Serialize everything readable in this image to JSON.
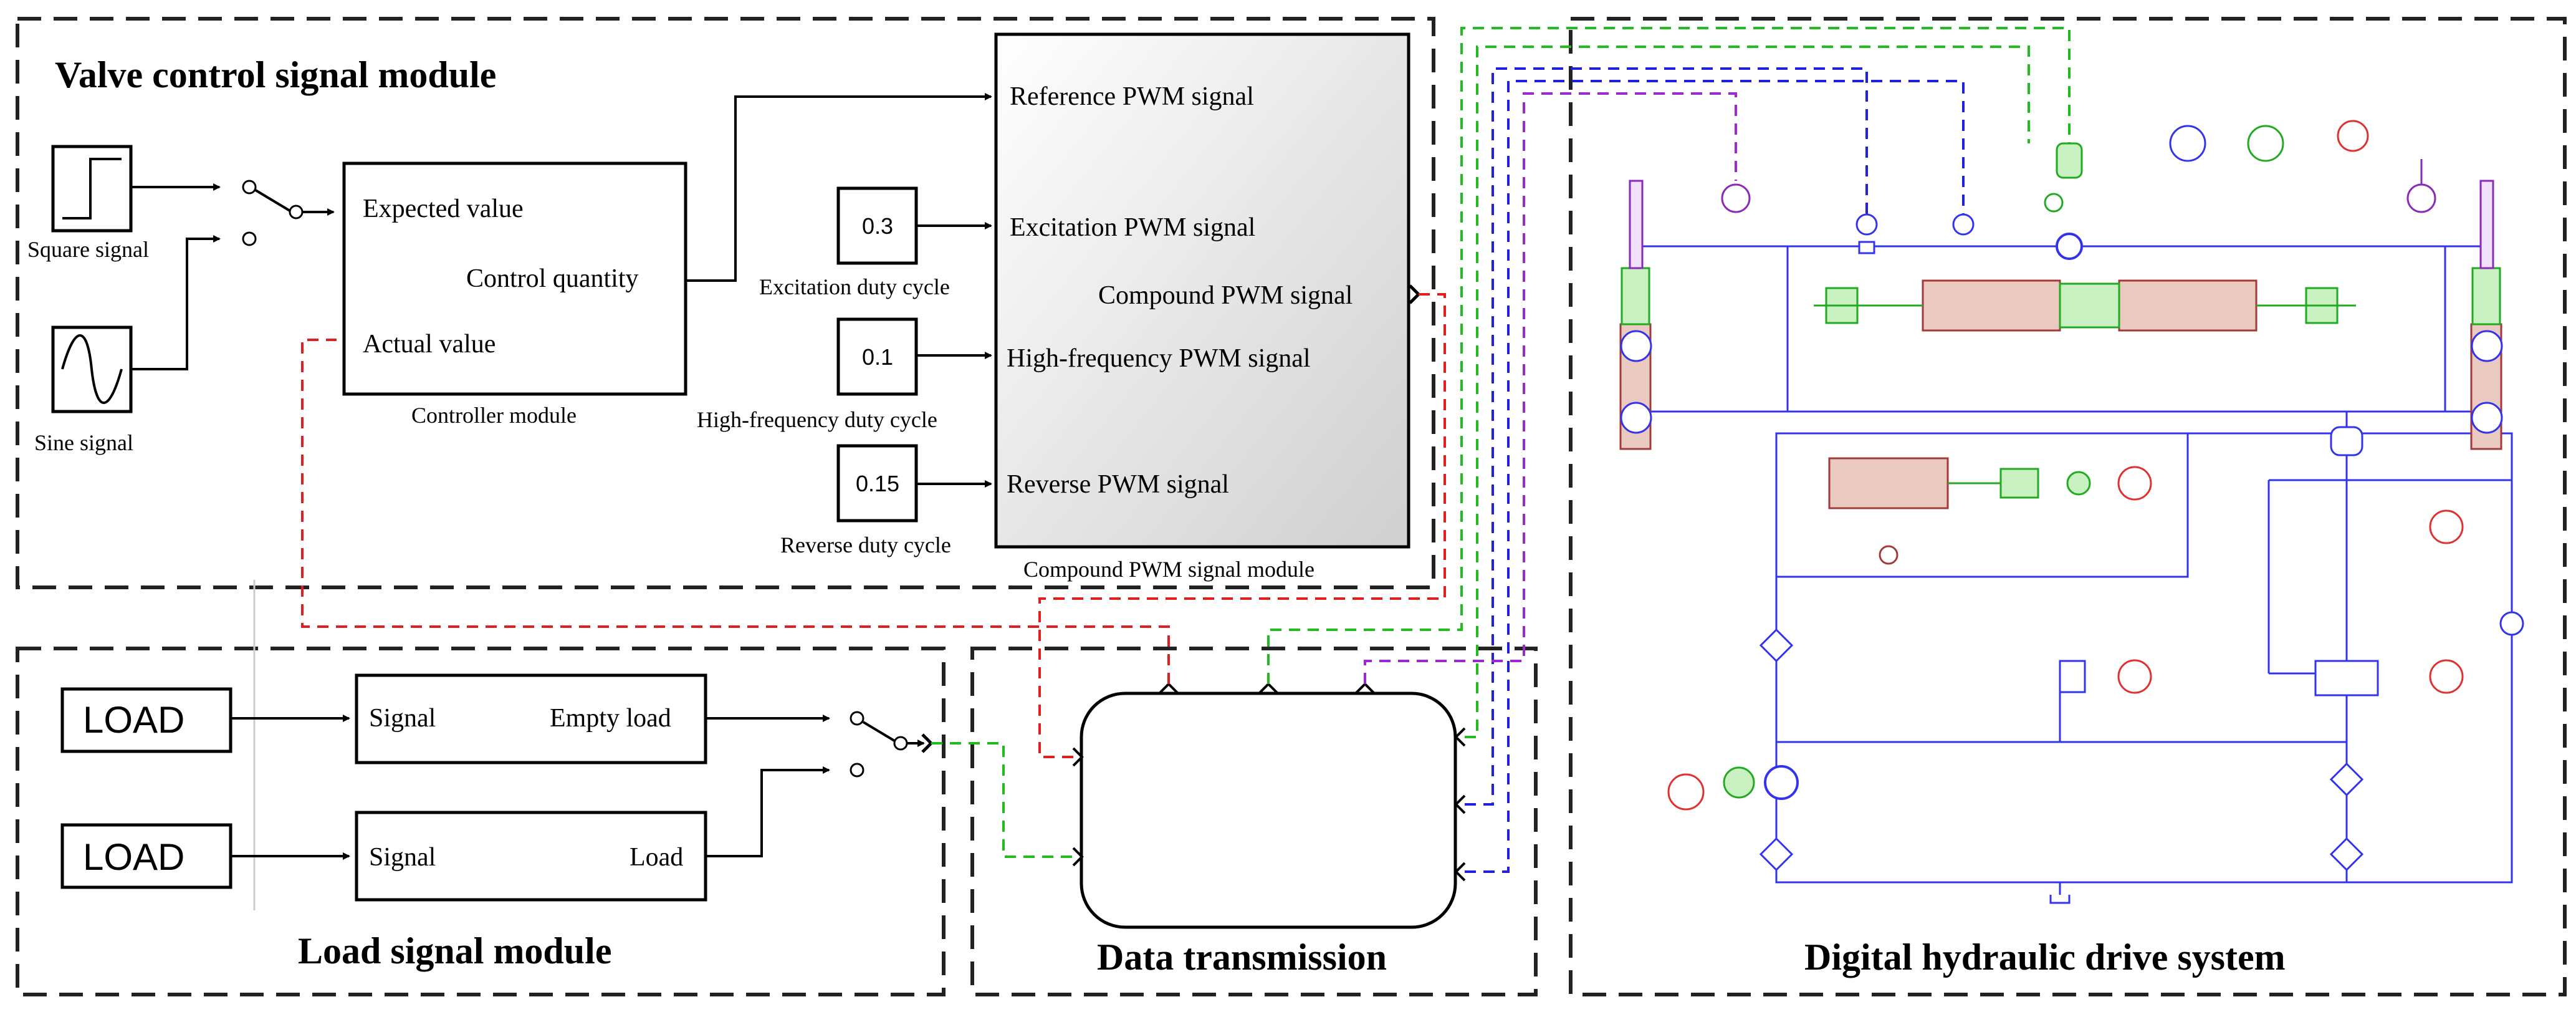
{
  "modules": {
    "valve_control": {
      "title": "Valve control signal module"
    },
    "load_signal": {
      "title": "Load signal module"
    },
    "data_transmission": {
      "title": "Data transmission"
    },
    "hydraulic": {
      "title": "Digital hydraulic drive system"
    }
  },
  "sources": {
    "square": "Square signal",
    "sine": "Sine signal"
  },
  "controller": {
    "expected": "Expected value",
    "control": "Control quantity",
    "actual": "Actual value",
    "caption": "Controller module"
  },
  "constants": {
    "excitation": {
      "value": "0.3",
      "caption": "Excitation duty cycle"
    },
    "high_frequency": {
      "value": "0.1",
      "caption": "High-frequency duty cycle"
    },
    "reverse": {
      "value": "0.15",
      "caption": "Reverse duty cycle"
    }
  },
  "compound": {
    "reference": "Reference PWM signal",
    "excitation": "Excitation PWM signal",
    "high_frequency": "High-frequency PWM signal",
    "reverse": "Reverse PWM signal",
    "output": "Compound PWM signal",
    "caption": "Compound PWM signal module"
  },
  "load": {
    "load1_label": "LOAD",
    "load2_label": "LOAD",
    "signal1": "Signal",
    "empty_load": "Empty load",
    "signal2": "Signal",
    "load_out": "Load"
  },
  "colors": {
    "control_feedback": "#e02020",
    "load_signal": "#22bb22",
    "sensor": "#2020dd",
    "valve_command": "#9a2ad0",
    "hydraulic_line": "#3333ee",
    "valve_body": "#a33a3a",
    "mechanical": "#22aa22"
  }
}
